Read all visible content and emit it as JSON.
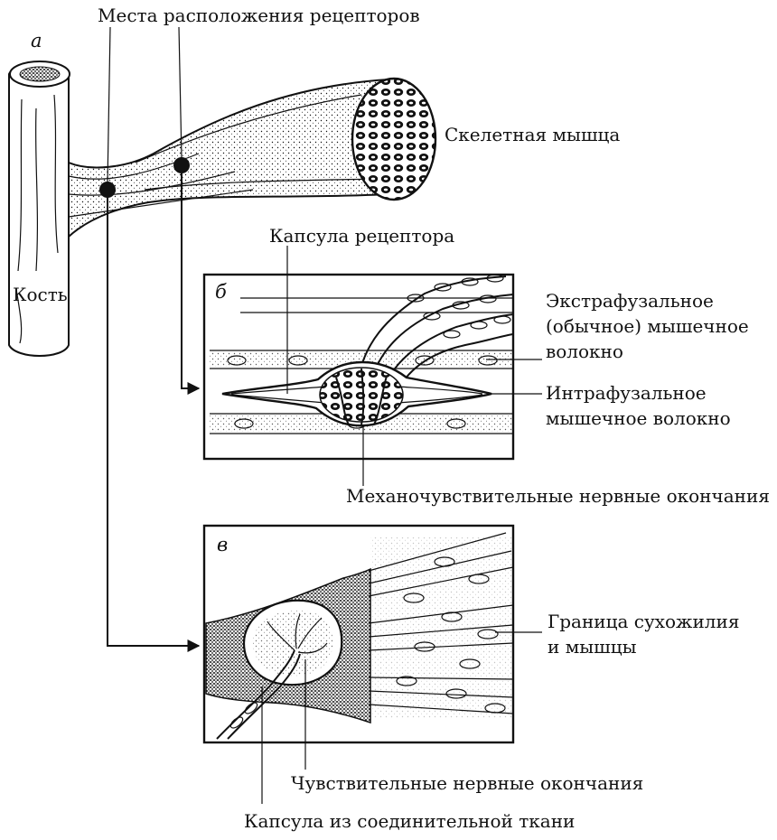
{
  "panels": {
    "a": "а",
    "b": "б",
    "v": "в"
  },
  "labels": {
    "receptor_sites": "Места расположения рецепторов",
    "skeletal_muscle": "Скелетная мышца",
    "bone": "Кость",
    "receptor_capsule": "Капсула рецептора",
    "extrafusal_line1": "Экстрафузальное",
    "extrafusal_line2": "(обычное) мышечное",
    "extrafusal_line3": "волокно",
    "intrafusal_line1": "Интрафузальное",
    "intrafusal_line2": "мышечное волокно",
    "mechanosensitive_endings": "Механочувствительные нервные окончания",
    "tendon_border_line1": "Граница сухожилия",
    "tendon_border_line2": "и мышцы",
    "sensory_endings": "Чувствительные нервные окончания",
    "connective_capsule": "Капсула из соединительной ткани"
  }
}
